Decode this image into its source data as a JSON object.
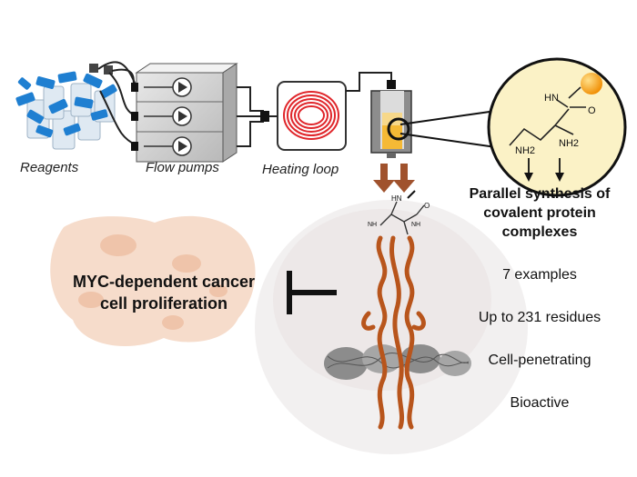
{
  "labels": {
    "reagents": "Reagents",
    "flow_pumps": "Flow pumps",
    "heating_loop": "Heating loop"
  },
  "panel": {
    "title_line1": "Parallel synthesis of",
    "title_line2": "covalent protein",
    "title_line3": "complexes"
  },
  "properties": [
    "7 examples",
    "Up to 231 residues",
    "Cell-penetrating",
    "Bioactive"
  ],
  "cell": {
    "line1": "MYC-dependent cancer",
    "line2": "cell proliferation"
  },
  "chem": {
    "hn": "HN",
    "o": "O",
    "nh2_left": "NH2",
    "nh2_right": "NH2",
    "hn_small": "HN",
    "o_small": "O",
    "nh_left": "NH",
    "nh_right": "NH"
  },
  "colors": {
    "protein": "#b8551c",
    "cell_fill": "#f6dccb",
    "dna": "#777777",
    "heating_coil": "#e0262b",
    "arrow_brown": "#a0522d",
    "bead": "#f5a623",
    "pump_body": "#cfcfcf"
  }
}
